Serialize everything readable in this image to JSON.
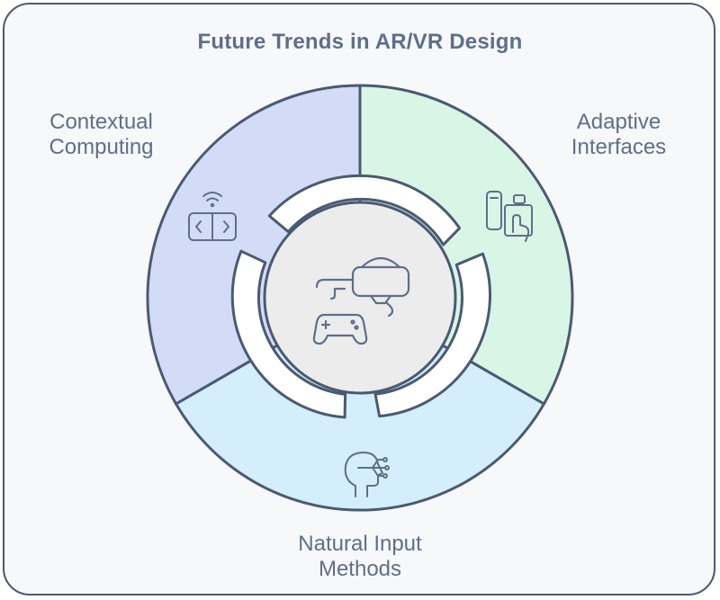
{
  "title": "Future Trends in AR/VR Design",
  "segments": [
    {
      "id": "contextual",
      "line1": "Contextual",
      "line2": "Computing",
      "color": "#d3dcf7",
      "icon": "context-aware-device-icon"
    },
    {
      "id": "adaptive",
      "line1": "Adaptive",
      "line2": "Interfaces",
      "color": "#d9f5e6",
      "icon": "responsive-devices-icon"
    },
    {
      "id": "natural",
      "line1": "Natural Input",
      "line2": "Methods",
      "color": "#d4effb",
      "icon": "brain-interface-icon"
    }
  ],
  "center": {
    "icon": "vr-headset-controller-icon",
    "color": "#ececec"
  },
  "stroke_color": "#4b5a72"
}
